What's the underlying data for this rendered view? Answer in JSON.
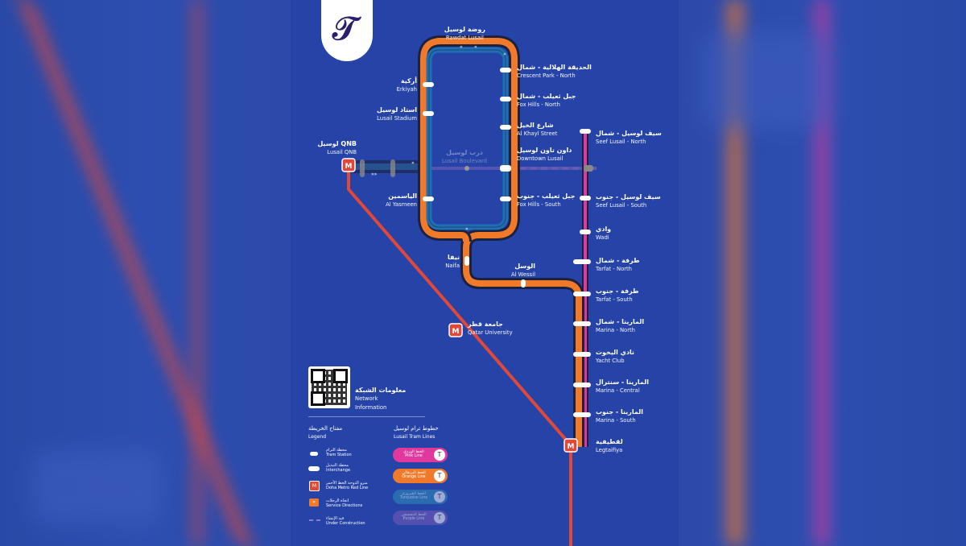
{
  "logo": {
    "mark": "𝒯"
  },
  "stations": {
    "rawdat_lusail": {
      "ar": "روضة لوسيل",
      "en": "Rawdat Lusail"
    },
    "crescent_park": {
      "ar": "الحديقة الهلالية - شمال",
      "en": "Crescent Park - North"
    },
    "erkiyah": {
      "ar": "أركية",
      "en": "Erkiyah"
    },
    "fox_hills_north": {
      "ar": "جبل ثعيلب - شمال",
      "en": "Fox Hills - North"
    },
    "lusail_stadium": {
      "ar": "استاد لوسيل",
      "en": "Lusail Stadium"
    },
    "al_khayl": {
      "ar": "شارع الخيل",
      "en": "Al Khayl Street"
    },
    "downtown_lusail": {
      "ar": "داون تاون لوسيل",
      "en": "Downtown Lusail"
    },
    "lusail_boulevard": {
      "ar": "درب لوسيل",
      "en": "Lusail Boulevard"
    },
    "al_yasmeen": {
      "ar": "الياسمين",
      "en": "Al Yasmeen"
    },
    "fox_hills_south": {
      "ar": "جبل ثعيلب - جنوب",
      "en": "Fox Hills - South"
    },
    "seef_north": {
      "ar": "سيف لوسيل - شمال",
      "en": "Seef Lusail - North"
    },
    "seef_south": {
      "ar": "سيف لوسيل - جنوب",
      "en": "Seef Lusail - South"
    },
    "wadi": {
      "ar": "وادي",
      "en": "Wadi"
    },
    "naifa": {
      "ar": "نيفا",
      "en": "Naifa"
    },
    "al_wessil": {
      "ar": "الوسل",
      "en": "Al Wessil"
    },
    "tarfat_north": {
      "ar": "طرفة - شمال",
      "en": "Tarfat - North"
    },
    "tarfat_south": {
      "ar": "طرفة - جنوب",
      "en": "Tarfat - South"
    },
    "qatar_university": {
      "ar": "جامعة قطر",
      "en": "Qatar University"
    },
    "marina_north": {
      "ar": "المارينا - شمال",
      "en": "Marina - North"
    },
    "yacht_club": {
      "ar": "نادي اليخوت",
      "en": "Yacht Club"
    },
    "marina_central": {
      "ar": "المارينا - سنترال",
      "en": "Marina - Central"
    },
    "marina_south": {
      "ar": "المارينا - جنوب",
      "en": "Marina - South"
    },
    "legtaifiya": {
      "ar": "لقطيفية",
      "en": "Legtaifiya"
    },
    "lusail_qnb": {
      "ar": "لوسيل QNB",
      "en": "Lusail QNB"
    }
  },
  "network_info": {
    "ar": "معلومات الشبكة",
    "en1": "Network",
    "en2": "Information"
  },
  "legend": {
    "title_ar": "مفتاح الخريطة",
    "title_en": "Legend",
    "items": [
      {
        "ar": "محطة الترام",
        "en": "Tram Station"
      },
      {
        "ar": "محطة التبديل",
        "en": "Interchange"
      },
      {
        "ar": "مترو الدوحة الخط الأحمر",
        "en": "Doha Metro Red Line"
      },
      {
        "ar": "اتجاه الرحلات",
        "en": "Service Directions"
      },
      {
        "ar": "قيد الإنشاء",
        "en": "Under Construction"
      }
    ]
  },
  "tram_lines": {
    "title_ar": "خطوط ترام لوسيل",
    "title_en": "Lusail Tram Lines",
    "lines": [
      {
        "ar": "الخط الوردي",
        "en": "Pink Line",
        "color": "#e0389d"
      },
      {
        "ar": "الخط البرتقالي",
        "en": "Orange Line",
        "color": "#f07a2a"
      },
      {
        "ar": "الخط الفيروزي",
        "en": "Turquoise Line",
        "color": "#2e8fb8"
      },
      {
        "ar": "الخط البنفسجي",
        "en": "Purple Line",
        "color": "#7a5bb5"
      }
    ]
  },
  "colors": {
    "orange": "#f07a2a",
    "turquoise": "#1e7fb5",
    "pink": "#e0389d",
    "red": "#e0483a",
    "purple": "#7a5bb5",
    "navy": "#1b2140"
  }
}
